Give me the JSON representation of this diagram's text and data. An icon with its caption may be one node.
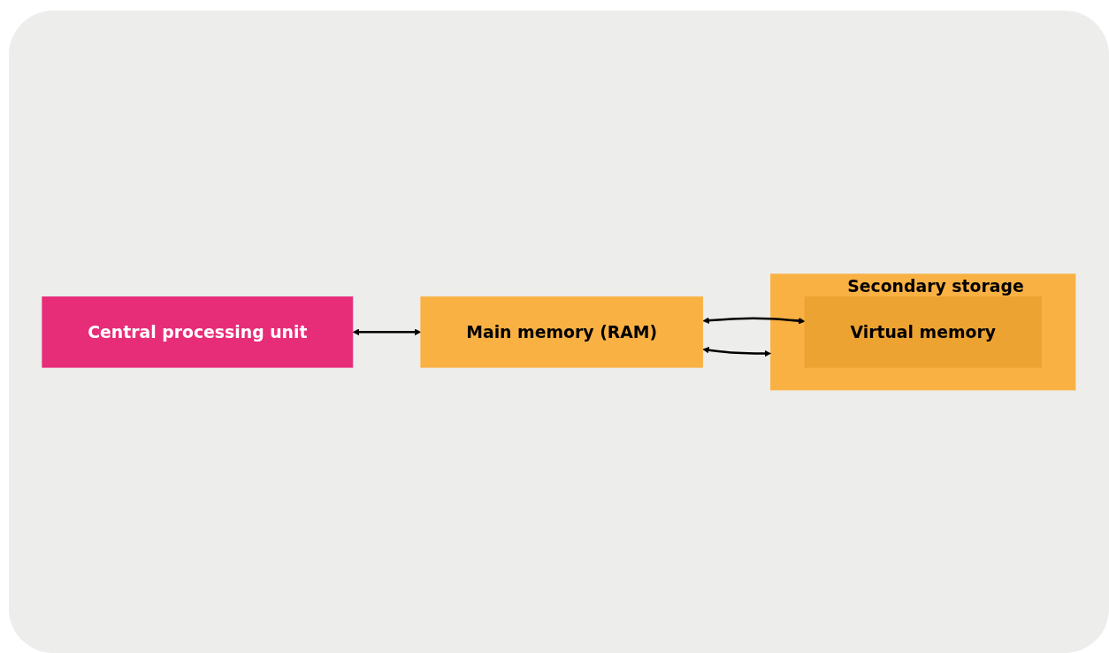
{
  "diagram": {
    "nodes": [
      {
        "text": [
          "Central processing unit"
        ]
      },
      {
        "text": [
          "Main memory (RAM)"
        ]
      },
      {
        "text": [
          "Secondary storage"
        ]
      },
      {
        "text": [
          "Virtual memory"
        ],
        "in": 2
      }
    ],
    "edges": [
      {
        "from": 0,
        "to": 1,
        "arrow": "both"
      },
      {
        "from": 1,
        "to": 2,
        "arrow": "both"
      },
      {
        "from": 1,
        "to": 3,
        "arrow": "both"
      }
    ]
  }
}
